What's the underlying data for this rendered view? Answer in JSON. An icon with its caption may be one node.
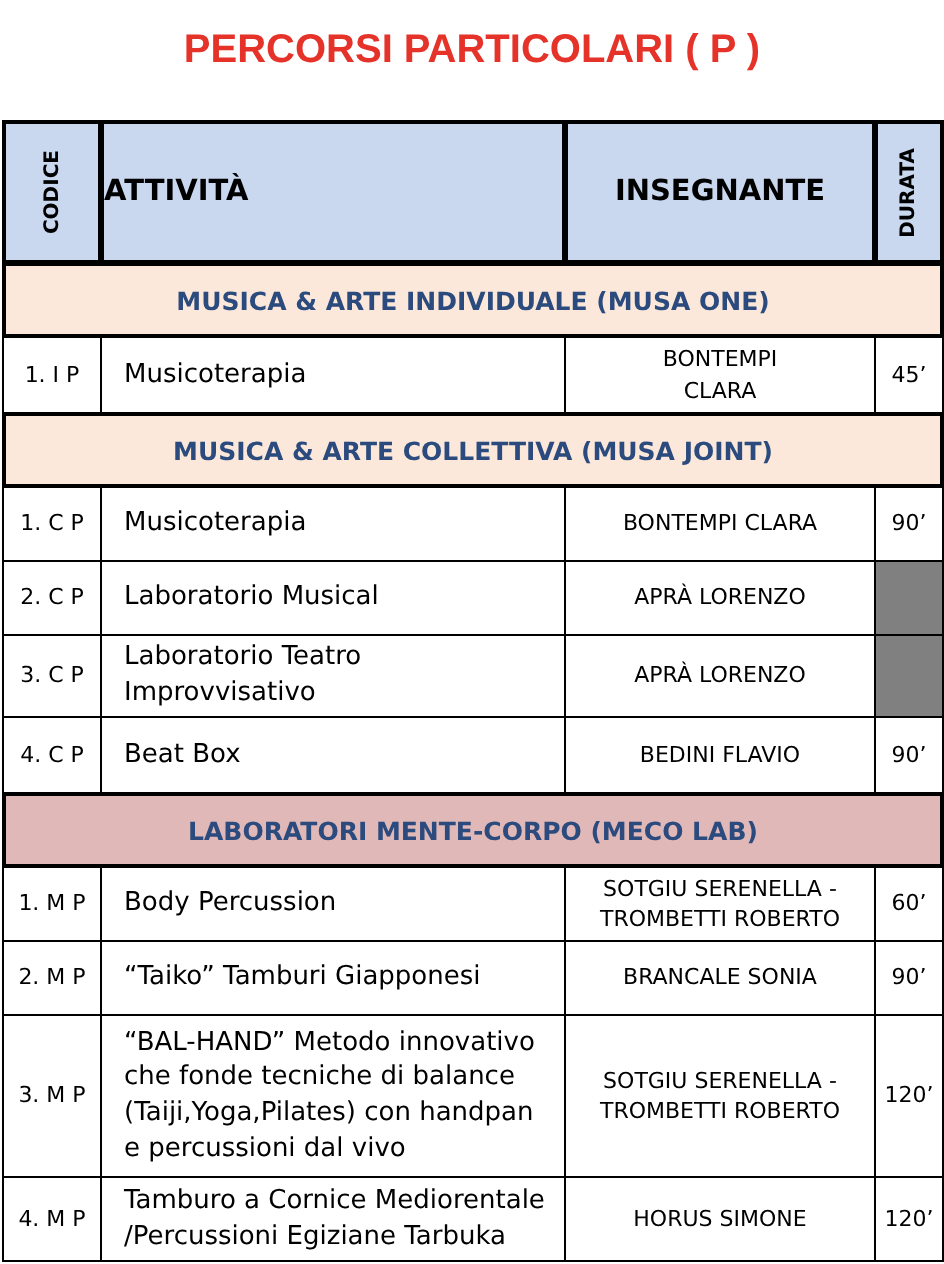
{
  "diagram": {
    "title": "PERCORSI PARTICOLARI ( P )",
    "labels": [
      "CODICE",
      "ATTIVITÀ",
      "INSEGNANTE",
      "DURATA",
      "MUSICA & ARTE INDIVIDUALE (MUSA ONE)",
      "1. I P",
      "Musicoterapia",
      "BONTEMPI CLARA",
      "45’",
      "MUSICA & ARTE COLLETTIVA (MUSA JOINT)",
      "1. C P",
      "Musicoterapia",
      "BONTEMPI CLARA",
      "90’",
      "2. C P",
      "Laboratorio Musical",
      "APRÀ LORENZO",
      "3. C P",
      "Laboratorio Teatro Improvvisativo",
      "APRÀ LORENZO",
      "4. C P",
      "Beat Box",
      "BEDINI FLAVIO",
      "90’",
      "LABORATORI MENTE-CORPO (MECO LAB)",
      "1. M P",
      "Body Percussion",
      "SOTGIU SERENELLA - TROMBETTI ROBERTO",
      "60’",
      "2. M P",
      "“Taiko” Tamburi Giapponesi",
      "BRANCALE SONIA",
      "90’",
      "3. M P",
      "“BAL-HAND” Metodo innovativo che fonde tecniche di balance (Taiji,Yoga,Pilates) con handpan e percussioni dal vivo",
      "SOTGIU SERENELLA - TROMBETTI ROBERTO",
      "120’",
      "4. M P",
      "Tamburo a Cornice Mediorentale /Percussioni Egiziane Tarbuka",
      "HORUS SIMONE",
      "120’"
    ]
  }
}
